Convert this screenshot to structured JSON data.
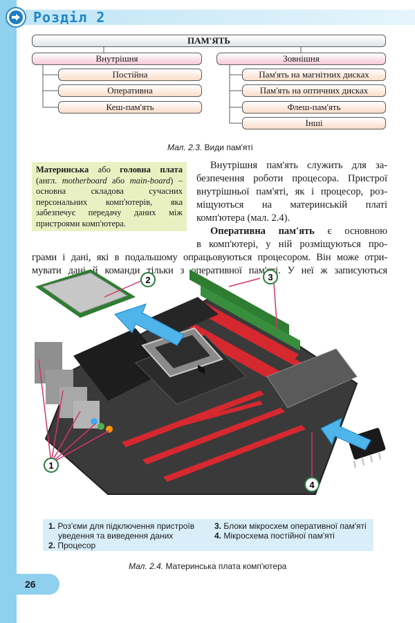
{
  "header": {
    "section_title": "Розділ 2",
    "icon": "arrow-right-icon"
  },
  "diagram": {
    "root": "ПАМ'ЯТЬ",
    "internal": {
      "label": "Внутрішня",
      "items": [
        "Постійна",
        "Оперативна",
        "Кеш-пам'ять"
      ]
    },
    "external": {
      "label": "Зовнішня",
      "items": [
        "Пам'ять на магнітних дисках",
        "Пам'ять на оптичних дисках",
        "Флеш-пам'ять",
        "Інші"
      ]
    },
    "caption_num": "Мал. 2.3.",
    "caption_text": "Види пам'яті"
  },
  "definition": {
    "term1": "Материнська",
    "or1": "або",
    "term2": "головна плата",
    "open": "(англ.",
    "en1": "motherboard",
    "or2": "або",
    "en2": "main-board",
    "rest": ") – основна складова сучасних персональних комп'ютерів, яка забезпечує передачу даних між пристроями комп'ютера."
  },
  "paragraphs": {
    "p1_lines": [
      "Внутрішня пам'ять служить для за-",
      "безпечення роботи процесора. Пристрої",
      "внутрішньої пам'яті, як і процесор, роз-",
      "міщуються на материнській платі",
      "комп'ютера (мал. 2.4)."
    ],
    "p2_bold": "Оперативна пам'ять",
    "p2_line1_rest": "є основною",
    "p2_line2": "в комп'ютері, у ній розміщуються про-",
    "p2_line3": "грами і дані, які в подальшому опрацьовуються процесором. Він може отри-",
    "p2_line4": "мувати дані й команди тільки з оперативної пам'яті. У неї ж записуються"
  },
  "figure": {
    "callouts": [
      "1",
      "2",
      "3",
      "4"
    ],
    "legend": [
      {
        "num": "1.",
        "text_line1": "Роз'єми для підключення пристроїв",
        "text_line2": "уведення та виведення даних"
      },
      {
        "num": "2.",
        "text_line1": "Процесор"
      },
      {
        "num": "3.",
        "text_line1": "Блоки мікросхем оперативної пам'яті"
      },
      {
        "num": "4.",
        "text_line1": "Мікросхема постійної пам'яті"
      }
    ],
    "caption_num": "Мал. 2.4.",
    "caption_text": "Материнська плата комп'ютера"
  },
  "footer": {
    "page_number": "26"
  },
  "colors": {
    "accent": "#1e88c8",
    "strip": "#8fd0ee",
    "def_bg": "#e9f1c2",
    "legend_bg": "#d9eef8",
    "board_red": "#d6282f"
  }
}
